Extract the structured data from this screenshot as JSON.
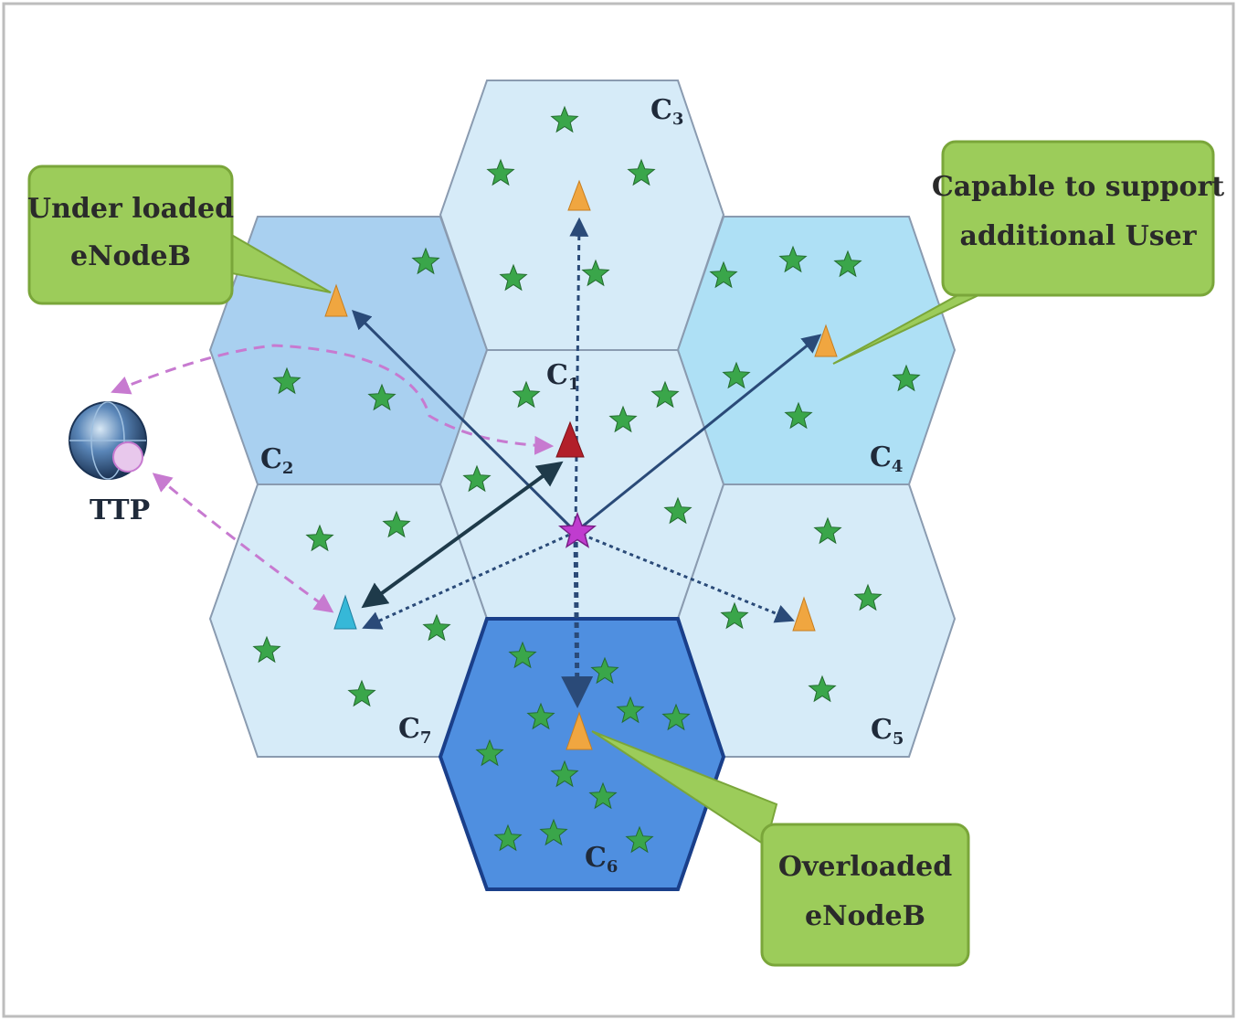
{
  "cells": [
    {
      "id": "C1",
      "label": "C1"
    },
    {
      "id": "C2",
      "label": "C2"
    },
    {
      "id": "C3",
      "label": "C3"
    },
    {
      "id": "C4",
      "label": "C4"
    },
    {
      "id": "C5",
      "label": "C5"
    },
    {
      "id": "C6",
      "label": "C6"
    },
    {
      "id": "C7",
      "label": "C7"
    }
  ],
  "callouts": {
    "under_loaded": [
      "Under loaded",
      "eNodeB"
    ],
    "capable": [
      "Capable to support",
      "additional User"
    ],
    "overloaded": [
      "Overloaded",
      "eNodeB"
    ]
  },
  "ttp": {
    "label": "TTP"
  },
  "colors": {
    "cell_light": "#d6ebf8",
    "cell_medium": "#a9d0f0",
    "cell_sky": "#aee0f5",
    "cell_dark": "#4f8fe0",
    "cell_stroke": "#8a9bb0",
    "callout_fill": "#9ccc5a",
    "callout_stroke": "#7aa63a",
    "user_star": "#3aa64a",
    "mobile_star": "#c03ccf",
    "enodeb_orange": "#f0a640",
    "enodeb_red": "#b21f2a",
    "enodeb_cyan": "#36b8d8"
  }
}
